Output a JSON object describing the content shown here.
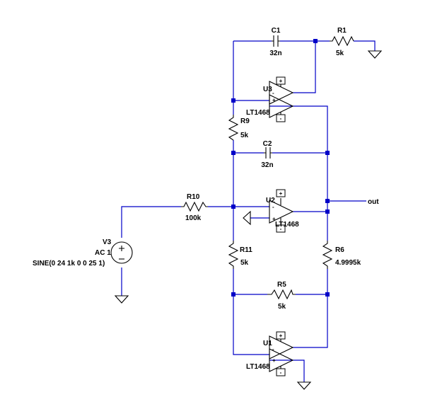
{
  "components": {
    "c1": {
      "ref": "C1",
      "value": "32n"
    },
    "c2": {
      "ref": "C2",
      "value": "32n"
    },
    "r1": {
      "ref": "R1",
      "value": "5k"
    },
    "r5": {
      "ref": "R5",
      "value": "5k"
    },
    "r6": {
      "ref": "R6",
      "value": "4.9995k"
    },
    "r9": {
      "ref": "R9",
      "value": "5k"
    },
    "r10": {
      "ref": "R10",
      "value": "100k"
    },
    "r11": {
      "ref": "R11",
      "value": "5k"
    },
    "u1": {
      "ref": "U1",
      "model": "LT1468"
    },
    "u2": {
      "ref": "U2",
      "model": "LT1468"
    },
    "u3": {
      "ref": "U3",
      "model": "LT1468"
    },
    "v3": {
      "ref": "V3",
      "ac": "AC 1",
      "source": "SINE(0 24 1k 0 0 25 1)"
    }
  },
  "nets": {
    "out_label": "out"
  },
  "pin_signs": {
    "plus": "+",
    "minus": "-"
  },
  "colors": {
    "wire": "#0000c8",
    "component": "#000000",
    "background": "#ffffff"
  }
}
